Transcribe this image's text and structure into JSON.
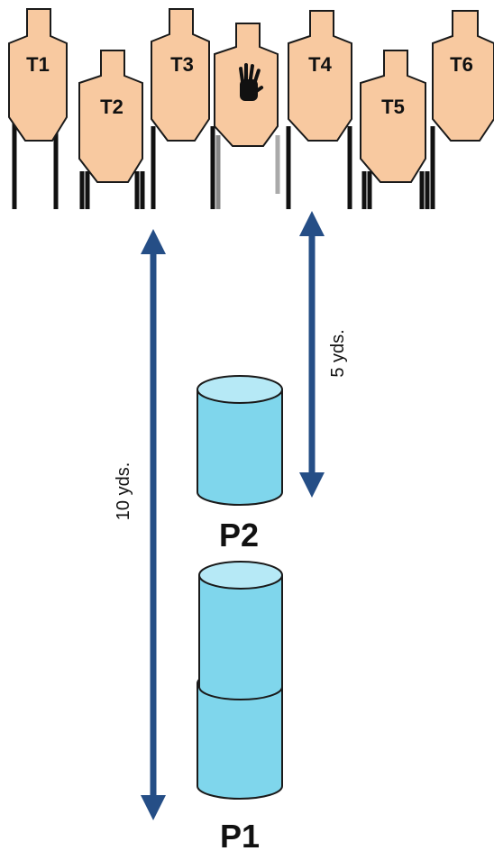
{
  "colors": {
    "target_fill": "#f8c9a0",
    "target_stroke": "#1a1a1a",
    "barrel_fill": "#7fd6ec",
    "barrel_top": "#b6e9f6",
    "barrel_stroke": "#1a1a1a",
    "arrow": "#254e86",
    "ink": "#111111"
  },
  "targets": {
    "t1": "T1",
    "t2": "T2",
    "t3": "T3",
    "t4": "T4",
    "t5": "T5",
    "t6": "T6",
    "no_shoot_icon": "hand-icon"
  },
  "positions": {
    "p1": "P1",
    "p2": "P2"
  },
  "distances": {
    "long": "10 yds.",
    "short": "5 yds."
  }
}
